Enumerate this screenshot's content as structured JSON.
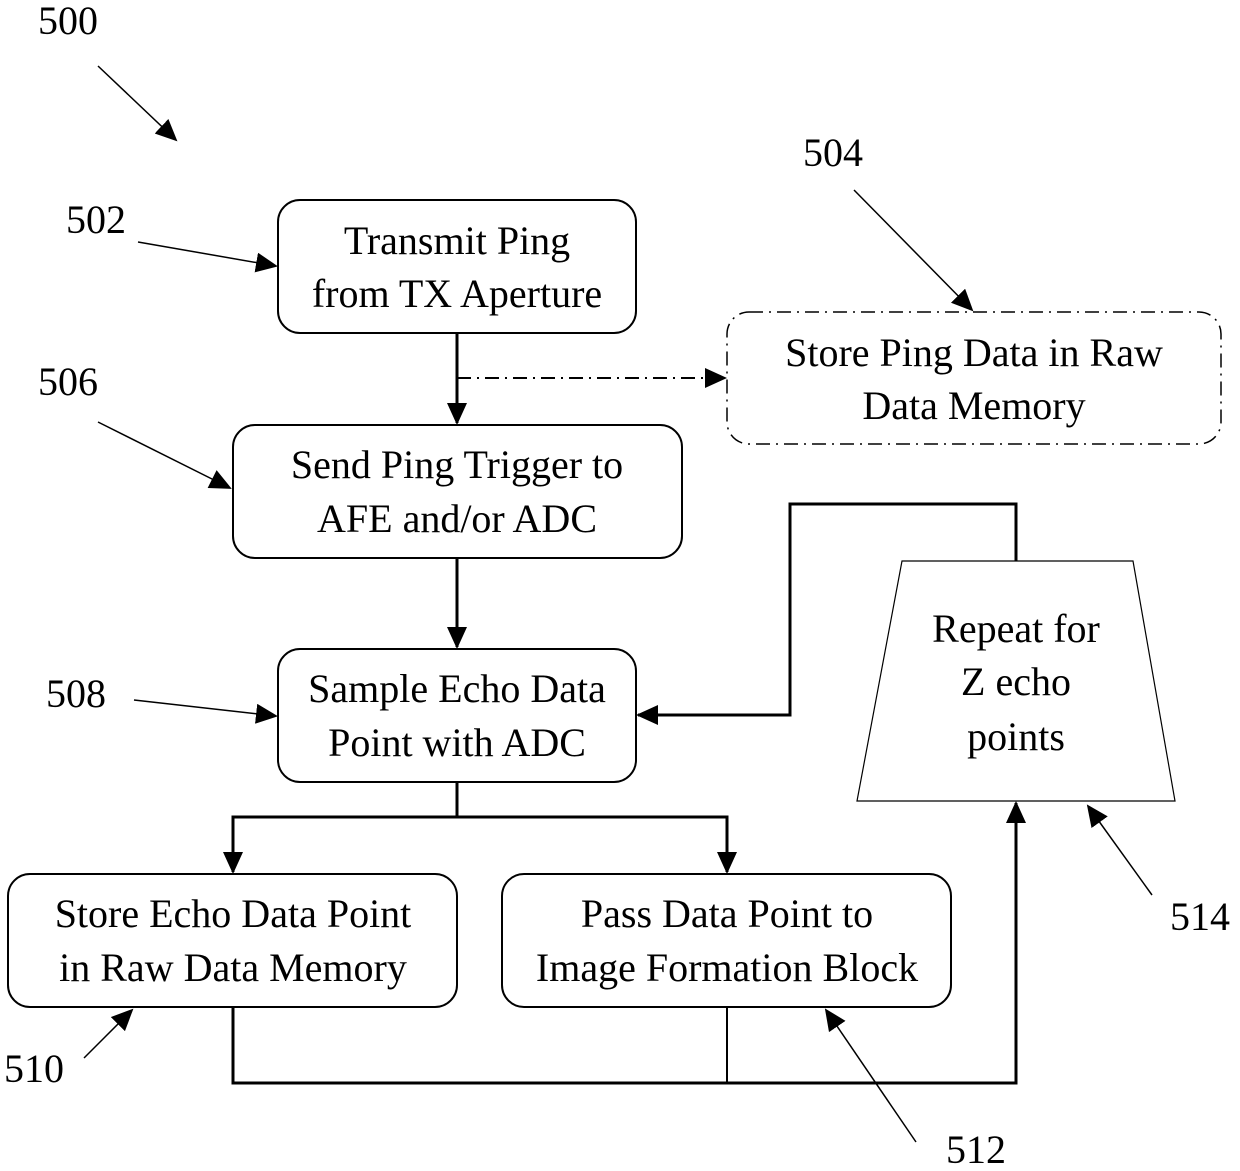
{
  "figure": {
    "ref": "500",
    "colors": {
      "ink": "#000000",
      "background": "#ffffff"
    }
  },
  "nodes": {
    "n502": {
      "ref": "502",
      "lines": [
        "Transmit Ping",
        "from TX Aperture"
      ],
      "shape": "rounded-rect"
    },
    "n504": {
      "ref": "504",
      "lines": [
        "Store Ping Data in Raw",
        "Data Memory"
      ],
      "shape": "dash-dot-rounded-rect"
    },
    "n506": {
      "ref": "506",
      "lines": [
        "Send Ping Trigger to",
        "AFE and/or ADC"
      ],
      "shape": "rounded-rect"
    },
    "n508": {
      "ref": "508",
      "lines": [
        "Sample Echo Data",
        "Point with ADC"
      ],
      "shape": "rounded-rect"
    },
    "n510": {
      "ref": "510",
      "lines": [
        "Store Echo Data Point",
        "in Raw Data Memory"
      ],
      "shape": "rounded-rect"
    },
    "n512": {
      "ref": "512",
      "lines": [
        "Pass Data Point to",
        "Image Formation Block"
      ],
      "shape": "rounded-rect"
    },
    "n514": {
      "ref": "514",
      "lines": [
        "Repeat for",
        "Z echo",
        "points"
      ],
      "shape": "trapezoid"
    }
  },
  "edges": [
    {
      "from": "502",
      "to": "506",
      "style": "solid"
    },
    {
      "from": "502",
      "to": "504",
      "style": "dash-dot"
    },
    {
      "from": "506",
      "to": "508",
      "style": "solid"
    },
    {
      "from": "508",
      "to": "510",
      "style": "solid"
    },
    {
      "from": "508",
      "to": "512",
      "style": "solid"
    },
    {
      "from": "510",
      "to": "514",
      "style": "solid"
    },
    {
      "from": "512",
      "to": "514",
      "style": "solid"
    },
    {
      "from": "514",
      "to": "508",
      "style": "solid"
    }
  ]
}
